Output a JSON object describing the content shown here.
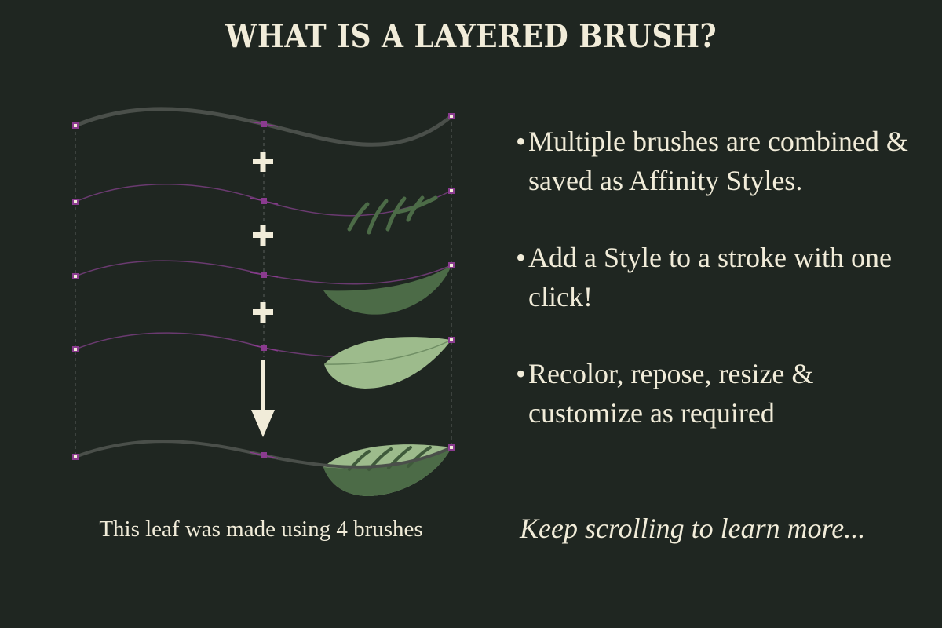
{
  "title": "WHAT IS A LAYERED BRUSH?",
  "caption": "This leaf was made using 4 brushes",
  "bullets": [
    {
      "text": "Multiple brushes are combined & saved as Affinity Styles."
    },
    {
      "text": "Add a Style to a stroke with one click!"
    },
    {
      "text": "Recolor, repose, resize & customize as required"
    }
  ],
  "footer": "Keep scrolling to learn more...",
  "colors": {
    "background": "#1f2621",
    "text": "#f1ecd9",
    "node": "#8a3b8f",
    "stem": "#4a4f4a",
    "leaf_dark": "#4c6b47",
    "leaf_light": "#9dbb8c"
  }
}
